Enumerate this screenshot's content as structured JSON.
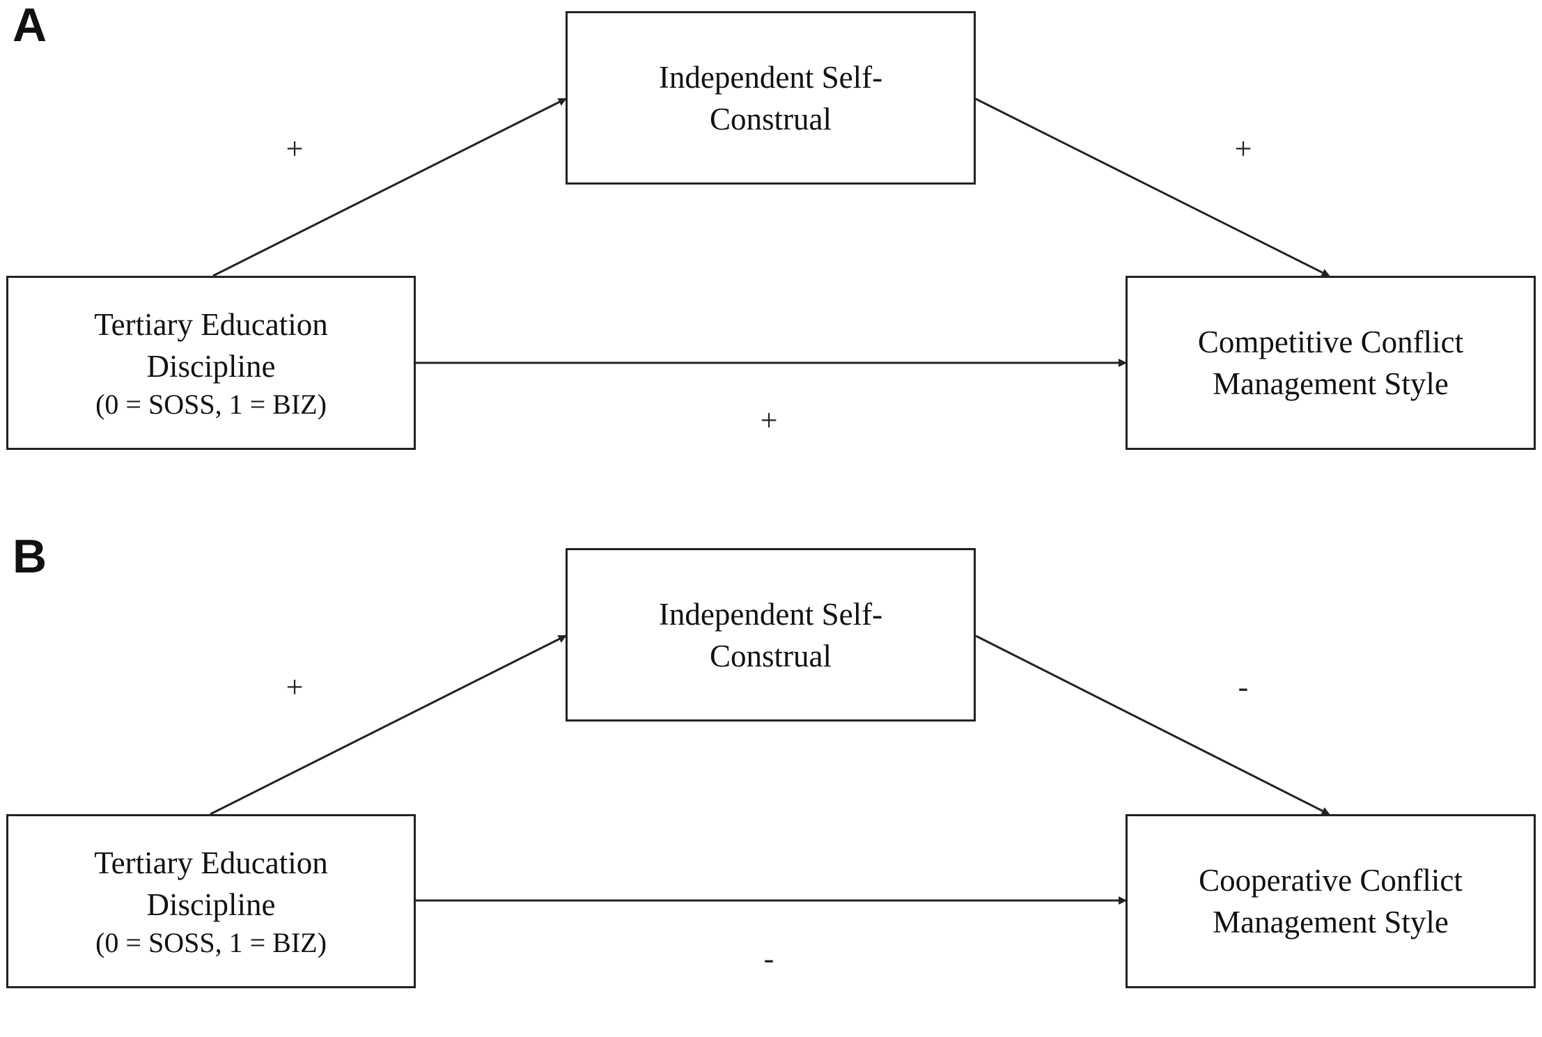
{
  "panels": [
    {
      "letter": "A",
      "mediator": {
        "line1": "Independent Self-",
        "line2": "Construal"
      },
      "predictor": {
        "line1": "Tertiary Education",
        "line2": "Discipline",
        "line3": "(0 = SOSS, 1 = BIZ)"
      },
      "outcome": {
        "line1": "Competitive Conflict",
        "line2": "Management Style"
      },
      "signs": {
        "a_path": "+",
        "b_path": "+",
        "c_path": "+"
      }
    },
    {
      "letter": "B",
      "mediator": {
        "line1": "Independent Self-",
        "line2": "Construal"
      },
      "predictor": {
        "line1": "Tertiary Education",
        "line2": "Discipline",
        "line3": "(0 = SOSS, 1 = BIZ)"
      },
      "outcome": {
        "line1": "Cooperative Conflict",
        "line2": "Management Style"
      },
      "signs": {
        "a_path": "+",
        "b_path": "-",
        "c_path": "-"
      }
    }
  ],
  "colors": {
    "line": "#222222",
    "background": "#ffffff",
    "text": "#111111"
  }
}
